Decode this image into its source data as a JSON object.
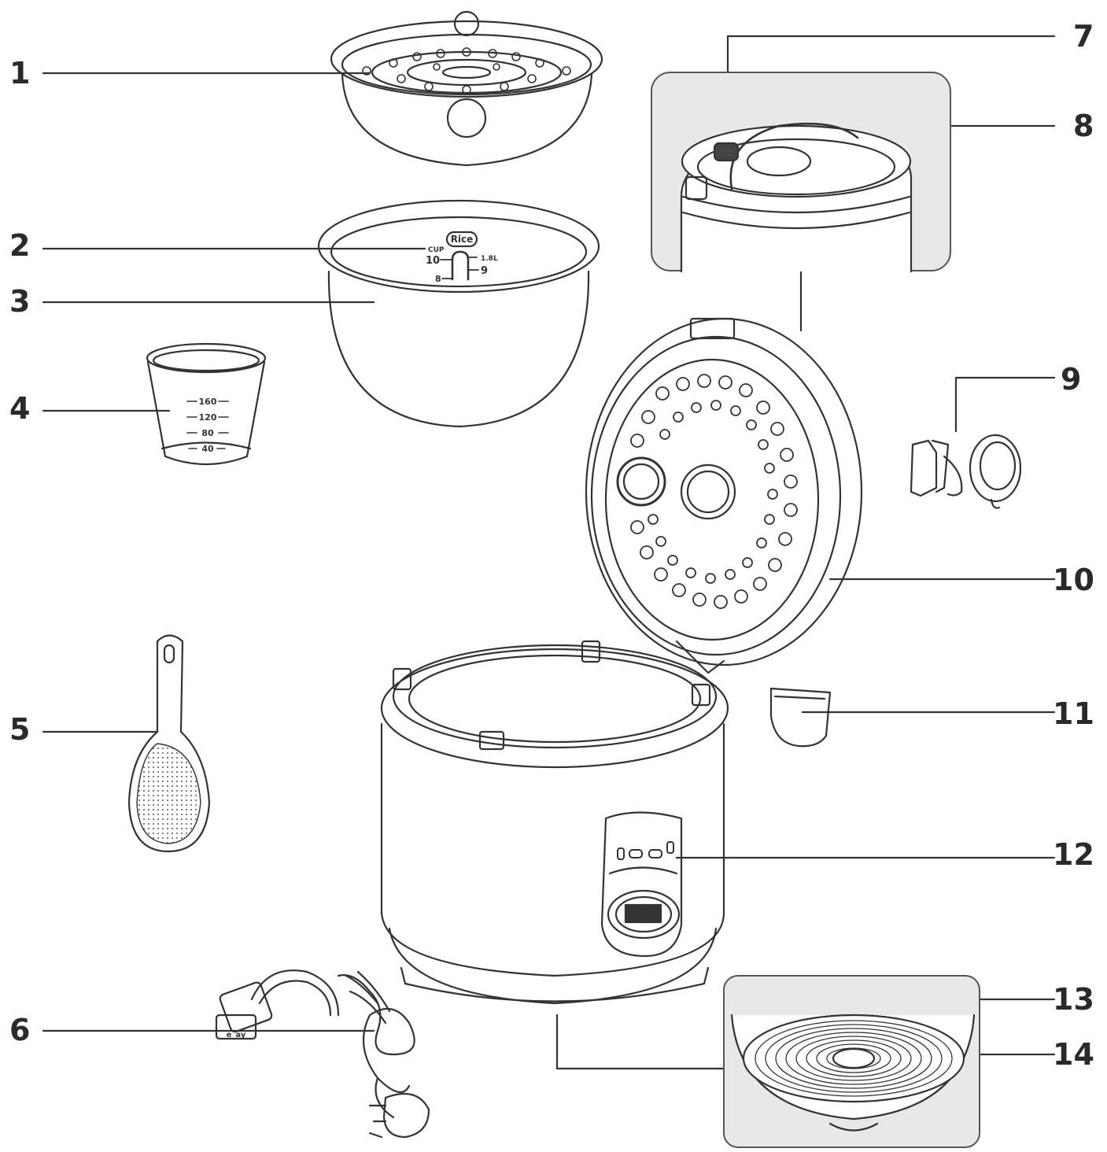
{
  "colors": {
    "ink": "#2a2a2a",
    "panel": "#e8e8e8",
    "stroke": "#333333"
  },
  "callouts": [
    {
      "id": "1",
      "label": "1"
    },
    {
      "id": "2",
      "label": "2"
    },
    {
      "id": "3",
      "label": "3"
    },
    {
      "id": "4",
      "label": "4"
    },
    {
      "id": "5",
      "label": "5"
    },
    {
      "id": "6",
      "label": "6"
    },
    {
      "id": "7",
      "label": "7"
    },
    {
      "id": "8",
      "label": "8"
    },
    {
      "id": "9",
      "label": "9"
    },
    {
      "id": "10",
      "label": "10"
    },
    {
      "id": "11",
      "label": "11"
    },
    {
      "id": "12",
      "label": "12"
    },
    {
      "id": "13",
      "label": "13"
    },
    {
      "id": "14",
      "label": "14"
    }
  ],
  "inner_pot_markings": {
    "badge": "Rice",
    "cup": "CUP",
    "level_10": "10",
    "level_9": "9",
    "level_8": "8",
    "volume": "1.8L"
  },
  "measuring_cup_markings": [
    "160",
    "120",
    "80",
    "40"
  ],
  "plug_marking": "e_ay"
}
